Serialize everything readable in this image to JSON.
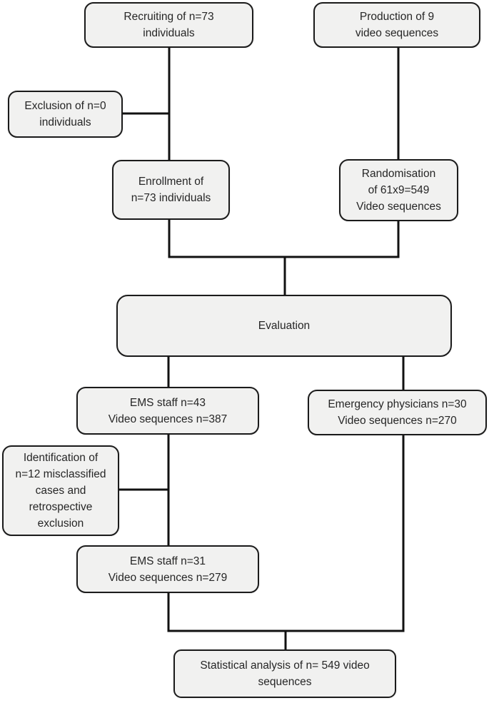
{
  "diagram": {
    "type": "flowchart",
    "description": "Study flow diagram of participant recruitment and video sequence evaluation",
    "colors": {
      "background": "#ffffff",
      "box_fill": "#f1f1f0",
      "box_border": "#1b1b1b",
      "connector": "#111111",
      "text": "#262626"
    },
    "nodes": [
      {
        "id": "recruiting",
        "label": "Recruiting of n=73\nindividuals"
      },
      {
        "id": "production",
        "label": "Production of 9\nvideo sequences"
      },
      {
        "id": "exclusion",
        "label": "Exclusion of n=0\nindividuals"
      },
      {
        "id": "enrollment",
        "label": "Enrollment of\nn=73 individuals"
      },
      {
        "id": "randomisation",
        "label": "Randomisation\nof 61x9=549\nVideo sequences"
      },
      {
        "id": "evaluation",
        "label": "Evaluation"
      },
      {
        "id": "ems-staff-43",
        "label": "EMS staff n=43\nVideo sequences n=387"
      },
      {
        "id": "emergency-physicians",
        "label": "Emergency physicians n=30\nVideo sequences n=270"
      },
      {
        "id": "identification",
        "label": "Identification of\nn=12 misclassified\ncases and\nretrospective\nexclusion"
      },
      {
        "id": "ems-staff-31",
        "label": "EMS staff n=31\nVideo sequences n=279"
      },
      {
        "id": "statistical-analysis",
        "label": "Statistical analysis of n= 549 video\nsequences"
      }
    ],
    "edges": [
      "recruiting -> enrollment",
      "exclusion -> (recruiting-enrollment line)",
      "production -> randomisation",
      "enrollment + randomisation -> evaluation",
      "evaluation -> ems-staff-43",
      "evaluation -> emergency-physicians",
      "identification -> (ems-staff line)",
      "ems-staff-43 -> ems-staff-31",
      "ems-staff-31 + emergency-physicians -> statistical-analysis"
    ]
  }
}
